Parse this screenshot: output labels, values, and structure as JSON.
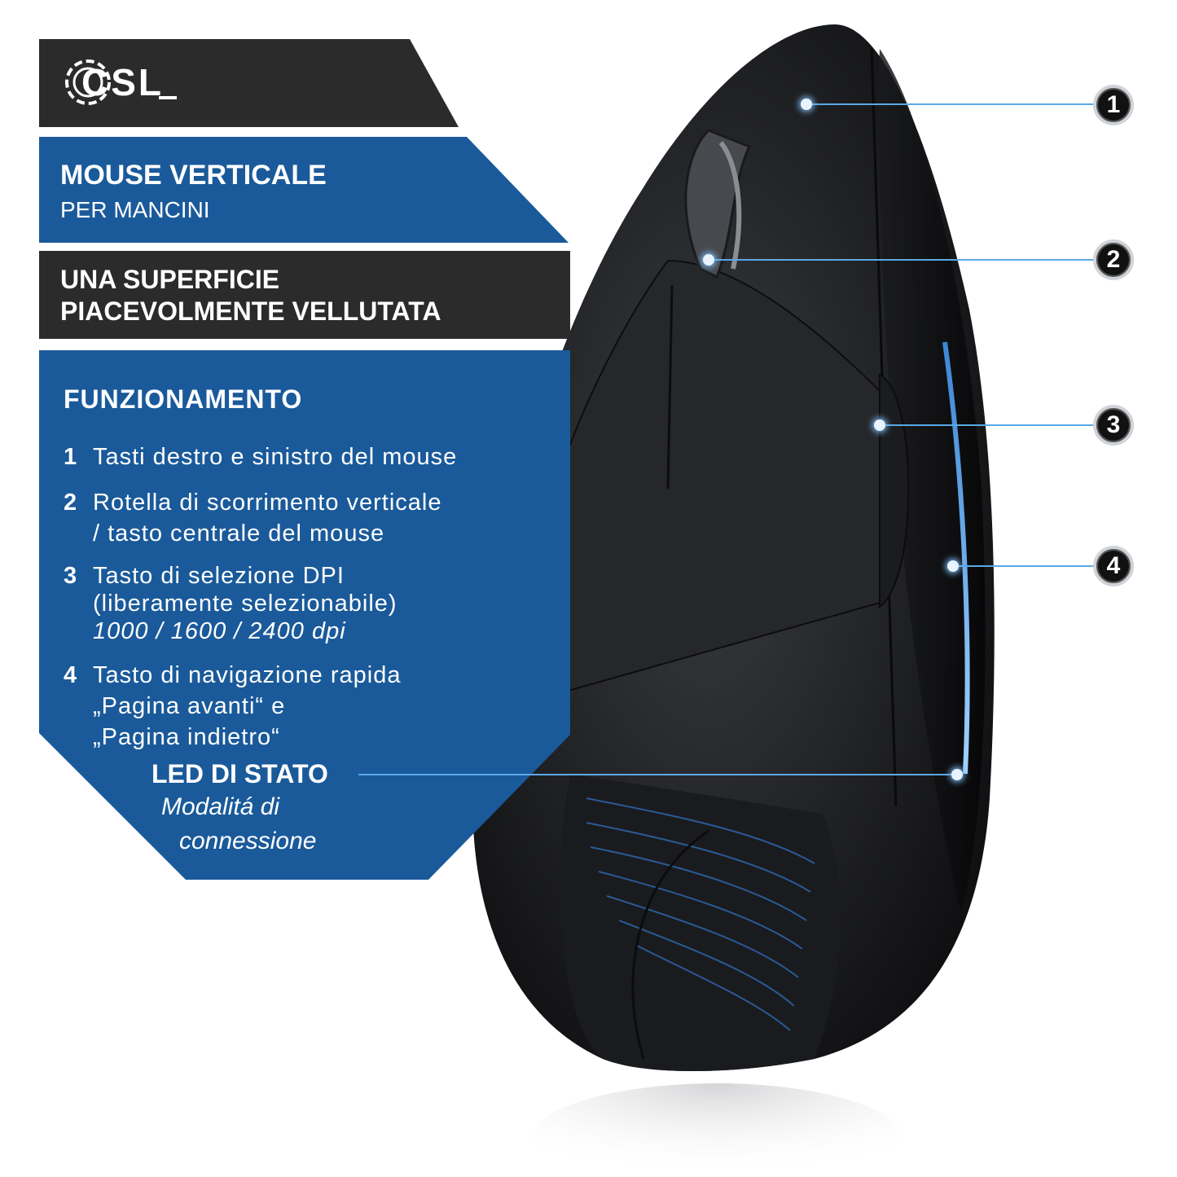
{
  "brand": {
    "logo_text": "CSL"
  },
  "title_box": {
    "line1": "MOUSE VERTICALE",
    "line2": "PER MANCINI"
  },
  "surface_box": {
    "line1": "UNA SUPERFICIE",
    "line2": "PIACEVOLMENTE VELLUTATA"
  },
  "features": {
    "heading": "FUNZIONAMENTO",
    "items": [
      {
        "num": "1",
        "lines": [
          "Tasti destro e sinistro del mouse"
        ]
      },
      {
        "num": "2",
        "lines": [
          "Rotella di scorrimento verticale",
          "/ tasto centrale del mouse"
        ]
      },
      {
        "num": "3",
        "lines": [
          "Tasto di selezione DPI",
          "(liberamente selezionabile)"
        ],
        "italic_line": "1000 / 1600 / 2400 dpi"
      },
      {
        "num": "4",
        "lines": [
          "Tasto di navigazione rapida",
          "„Pagina avanti“ e",
          "„Pagina indietro“"
        ]
      }
    ],
    "led": {
      "title": "LED DI STATO",
      "line1": "Modalitá di",
      "line2": "connessione"
    }
  },
  "callouts": [
    "1",
    "2",
    "3",
    "4"
  ],
  "colors": {
    "dark_panel": "#2b2b2b",
    "blue_panel": "#1a5a9a",
    "accent_line": "#5aa9e6",
    "mouse_body": "#1c1d20"
  }
}
